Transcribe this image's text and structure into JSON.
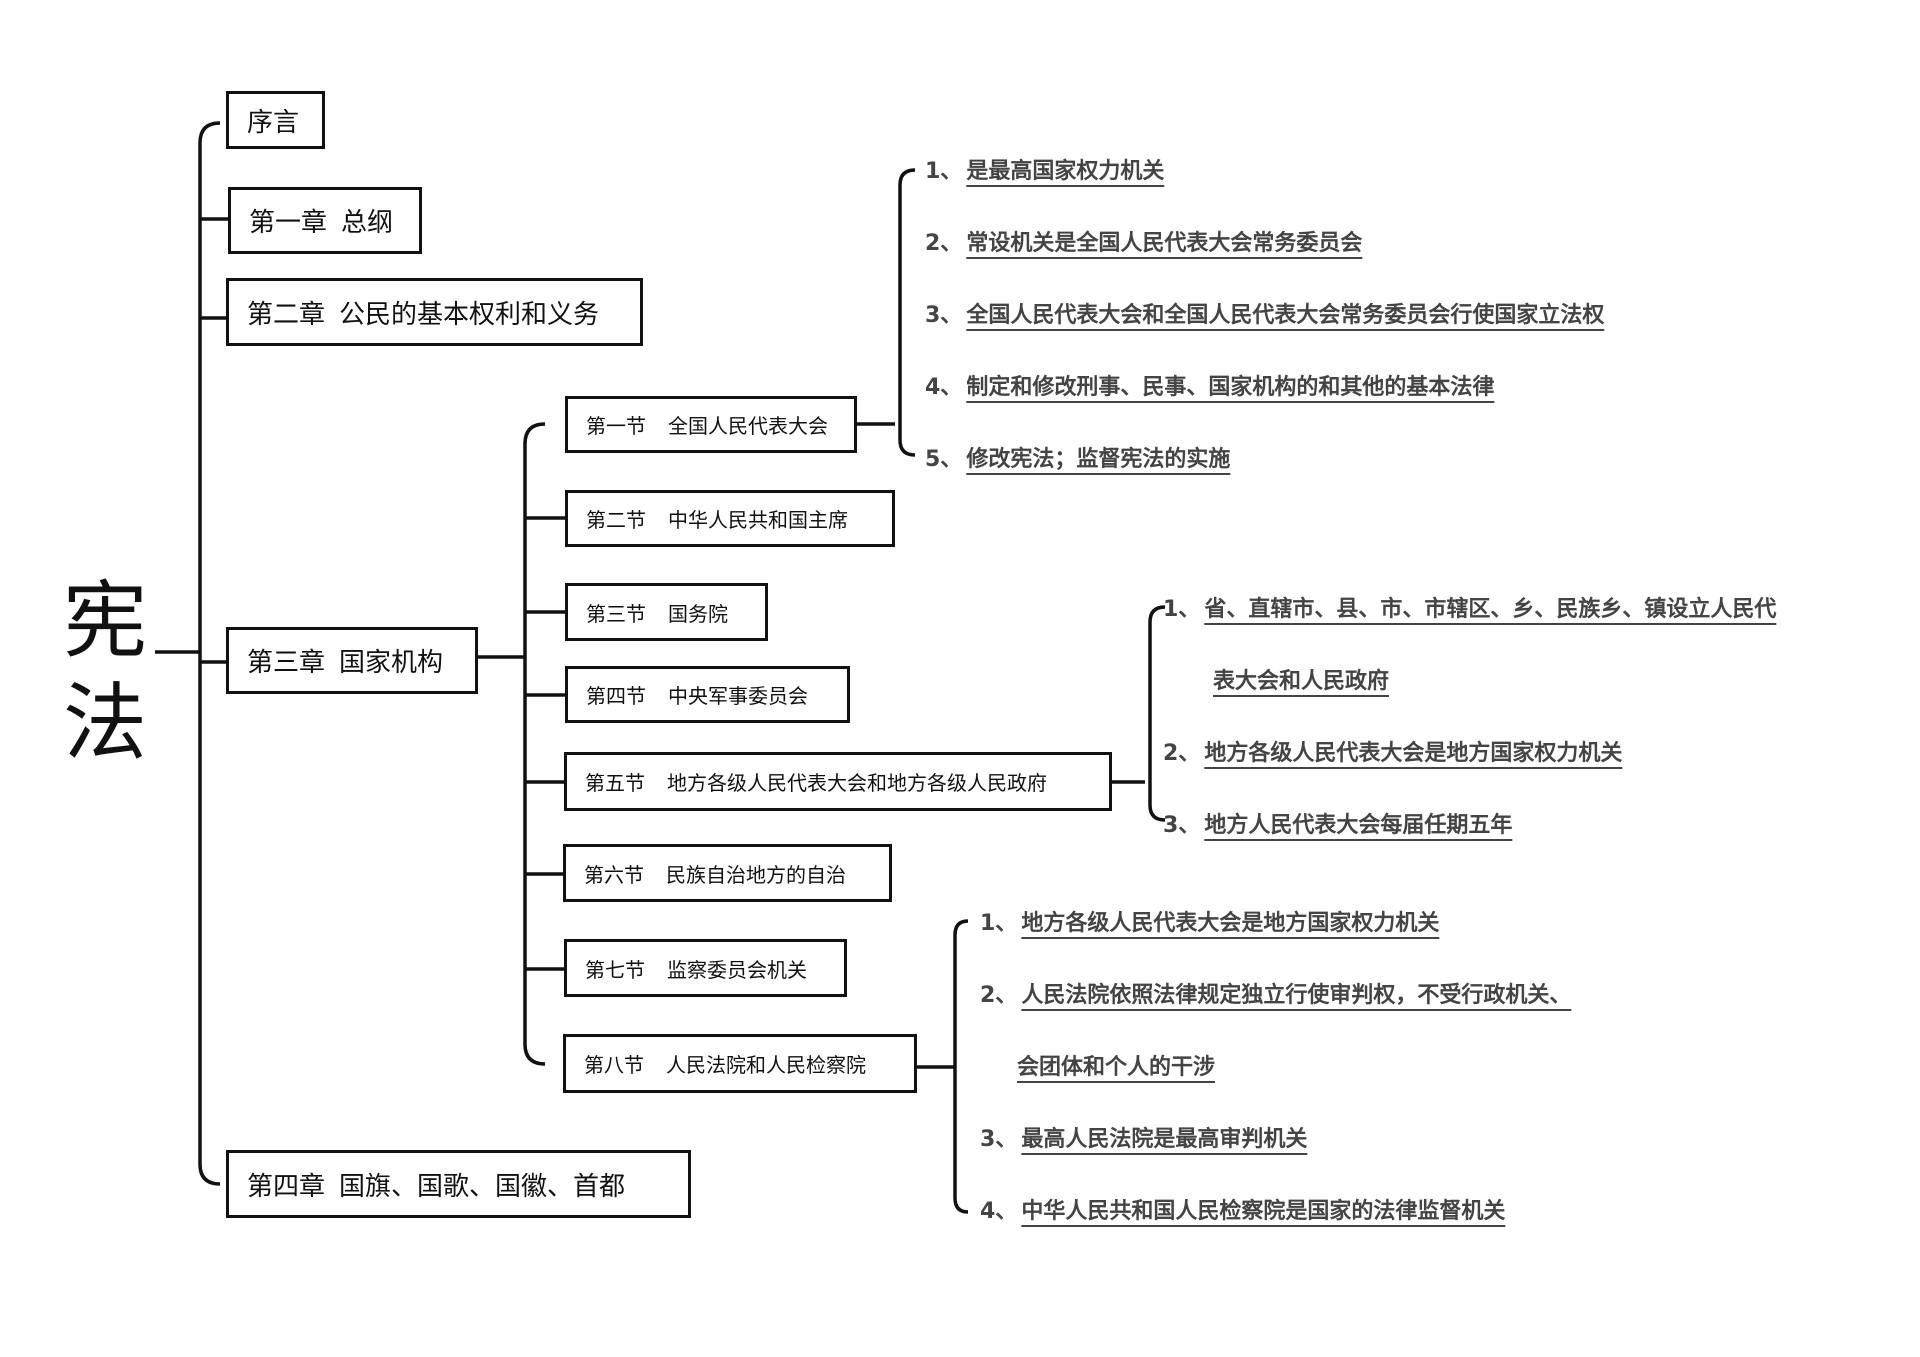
{
  "root": {
    "label": "宪法"
  },
  "chapters": [
    {
      "num": "序言",
      "title": ""
    },
    {
      "num": "第一章",
      "title": "总纲"
    },
    {
      "num": "第二章",
      "title": "公民的基本权利和义务"
    },
    {
      "num": "第三章",
      "title": "国家机构"
    },
    {
      "num": "第四章",
      "title": "国旗、国歌、国徽、首都"
    }
  ],
  "sections": [
    {
      "num": "第一节",
      "title": "全国人民代表大会"
    },
    {
      "num": "第二节",
      "title": "中华人民共和国主席"
    },
    {
      "num": "第三节",
      "title": "国务院"
    },
    {
      "num": "第四节",
      "title": "中央军事委员会"
    },
    {
      "num": "第五节",
      "title": "地方各级人民代表大会和地方各级人民政府"
    },
    {
      "num": "第六节",
      "title": "民族自治地方的自治"
    },
    {
      "num": "第七节",
      "title": "监察委员会机关"
    },
    {
      "num": "第八节",
      "title": "人民法院和人民检察院"
    }
  ],
  "npc_items": [
    {
      "n": "1、",
      "t": "是最高国家权力机关"
    },
    {
      "n": "2、",
      "t": "常设机关是全国人民代表大会常务委员会"
    },
    {
      "n": "3、",
      "t": "全国人民代表大会和全国人民代表大会常务委员会行使国家立法权"
    },
    {
      "n": "4、",
      "t": "制定和修改刑事、民事、国家机构的和其他的基本法律"
    },
    {
      "n": "5、",
      "t": "修改宪法；监督宪法的实施"
    }
  ],
  "local_items": [
    {
      "n": "1、",
      "t": "省、直辖市、县、市、市辖区、乡、民族乡、镇设立人民代",
      "cont": "表大会和人民政府"
    },
    {
      "n": "2、",
      "t": "地方各级人民代表大会是地方国家权力机关"
    },
    {
      "n": "3、",
      "t": "地方人民代表大会每届任期五年"
    }
  ],
  "court_items": [
    {
      "n": "1、",
      "t": "地方各级人民代表大会是地方国家权力机关"
    },
    {
      "n": "2、",
      "t": "人民法院依照法律规定独立行使审判权，不受行政机关、",
      "cont": "会团体和个人的干涉"
    },
    {
      "n": "3、",
      "t": "最高人民法院是最高审判机关"
    },
    {
      "n": "4、",
      "t": "中华人民共和国人民检察院是国家的法律监督机关"
    }
  ]
}
